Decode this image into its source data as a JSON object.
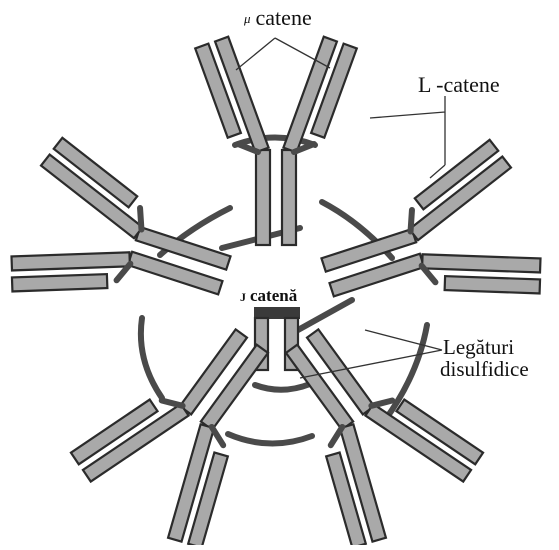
{
  "labels": {
    "mu_symbol": "μ",
    "mu_chains": "catene",
    "light_chains": "L -catene",
    "j_symbol": "J",
    "j_chain": "catenă",
    "disulfide_line1": "Legături",
    "disulfide_line2": "disulfidice"
  },
  "colors": {
    "chain_fill": "#a9a9a9",
    "chain_stroke": "#2b2b2b",
    "disulfide_bond": "#4a4a4a",
    "j_chain": "#3a3a3a",
    "background": "#ffffff"
  }
}
